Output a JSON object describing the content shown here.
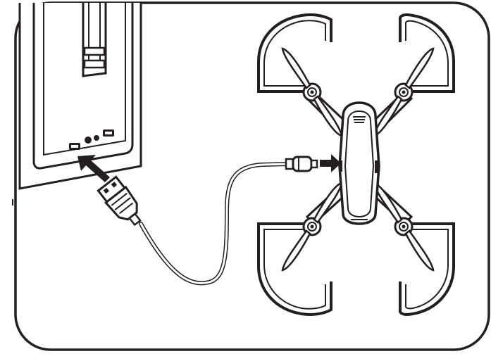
{
  "figure": {
    "frame_color": "#231f20",
    "line_color": "#231f20",
    "fill_color": "#ffffff",
    "shade_color": "#e8e8e8",
    "arrow_color": "#231f20"
  },
  "components": {
    "computer": {
      "icon": "computer-tower-icon"
    },
    "usb_plug": {
      "icon": "usb-plug-icon"
    },
    "cable": {
      "icon": "usb-cable-icon"
    },
    "micro_usb_plug": {
      "icon": "micro-usb-plug-icon"
    },
    "drone": {
      "icon": "quadcopter-drone-icon",
      "propeller_count": 4
    }
  },
  "arrows": [
    {
      "name": "insert-into-computer-arrow-icon",
      "direction": "up-left"
    },
    {
      "name": "insert-into-drone-arrow-icon",
      "direction": "right"
    }
  ]
}
